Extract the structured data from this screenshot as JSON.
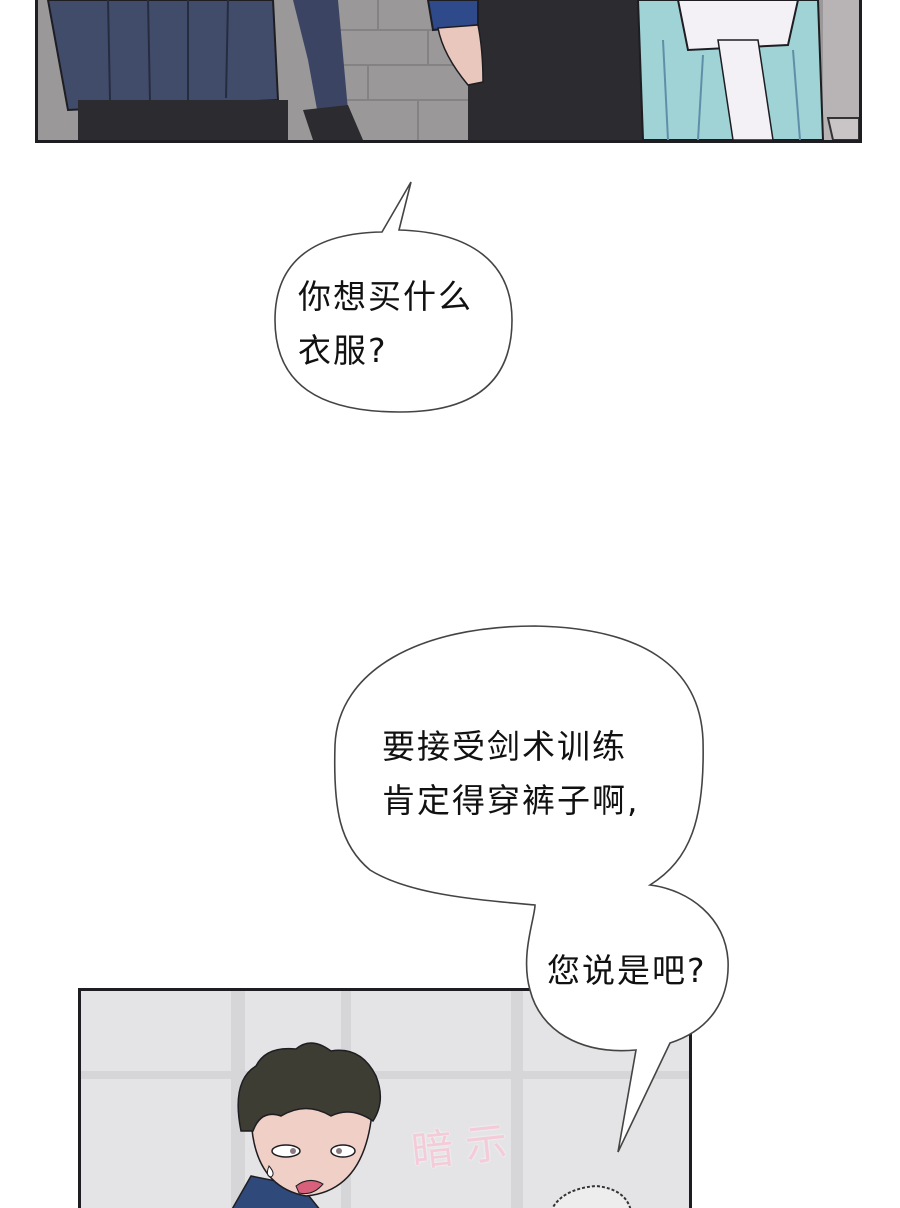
{
  "page": {
    "type": "webtoon-strip",
    "background": "#ffffff"
  },
  "panels": [
    {
      "id": "panel-top",
      "description": "Cropped lower half of three figures: man in navy coat, man in dark clothes with a hand resting on him, woman in light-blue dress with white bow",
      "colors": {
        "navy_coat": "#3b4563",
        "dark_pants": "#2c2b30",
        "dress_blue": "#9fd3d6",
        "bow_white": "#f3f1f5",
        "wall_gray": "#9b9899",
        "skin": "#e9c7bd",
        "border": "#1e1d22"
      }
    },
    {
      "id": "panel-bottom",
      "description": "Young man with messy dark-olive hair, sweat drop, surprised expression, misty gray background",
      "sfx": "暗示",
      "colors": {
        "hair": "#3e3d33",
        "skin": "#f0cfc6",
        "background": "#e4e4e6",
        "sfx_pink": "#f6c9d8",
        "shirt": "#2f4a7a",
        "border": "#1e1d22"
      }
    }
  ],
  "bubbles": [
    {
      "id": "bubble-1",
      "lines": [
        "你想买什么",
        "衣服?"
      ]
    },
    {
      "id": "bubble-2",
      "lines": [
        "要接受剑术训练",
        "肯定得穿裤子啊,"
      ]
    },
    {
      "id": "bubble-3",
      "lines": [
        "您说是吧?"
      ]
    }
  ]
}
